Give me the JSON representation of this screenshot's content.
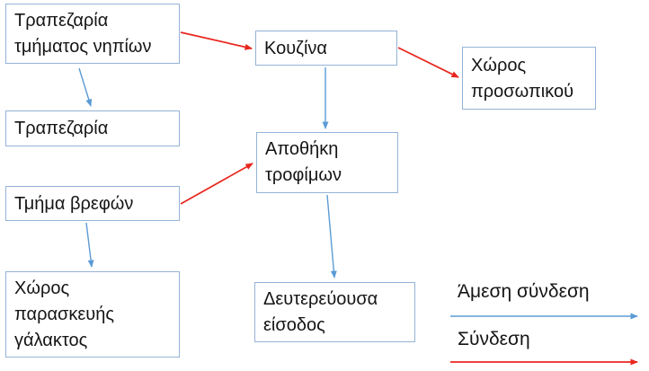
{
  "diagram": {
    "nodes": [
      {
        "id": "dining-toddlers",
        "label": "Τραπεζαρία\nτμήματος νηπίων"
      },
      {
        "id": "kitchen",
        "label": "Κουζίνα"
      },
      {
        "id": "staff-area",
        "label": "Χώρος\nπροσωπικού"
      },
      {
        "id": "dining",
        "label": "Τραπεζαρία"
      },
      {
        "id": "infants-dept",
        "label": "Τμήμα βρεφών"
      },
      {
        "id": "food-storage",
        "label": "Αποθήκη\nτροφίμων"
      },
      {
        "id": "milk-prep",
        "label": "Χώρος\nπαρασκευής\nγάλακτος"
      },
      {
        "id": "secondary-entrance",
        "label": "Δευτερεύουσα\nείσοδος"
      }
    ],
    "edges": [
      {
        "from": "dining-toddlers",
        "to": "kitchen",
        "type": "connection",
        "color": "#e8261e"
      },
      {
        "from": "dining-toddlers",
        "to": "dining",
        "type": "direct-connection",
        "color": "#5b9bd5"
      },
      {
        "from": "kitchen",
        "to": "staff-area",
        "type": "connection",
        "color": "#e8261e"
      },
      {
        "from": "kitchen",
        "to": "food-storage",
        "type": "direct-connection",
        "color": "#5b9bd5"
      },
      {
        "from": "infants-dept",
        "to": "food-storage",
        "type": "connection",
        "color": "#e8261e"
      },
      {
        "from": "infants-dept",
        "to": "milk-prep",
        "type": "direct-connection",
        "color": "#5b9bd5"
      },
      {
        "from": "food-storage",
        "to": "secondary-entrance",
        "type": "direct-connection",
        "color": "#5b9bd5"
      }
    ],
    "legend": [
      {
        "label": "Άμεση σύνδεση",
        "arrow_color": "#5b9bd5",
        "type": "direct-connection"
      },
      {
        "label": "Σύνδεση",
        "arrow_color": "#e8261e",
        "type": "connection"
      }
    ],
    "colors": {
      "node_border": "#94b3d6",
      "direct_connection_blue": "#5b9bd5",
      "connection_red": "#e8261e",
      "text": "#151515",
      "background": "#ffffff"
    }
  }
}
